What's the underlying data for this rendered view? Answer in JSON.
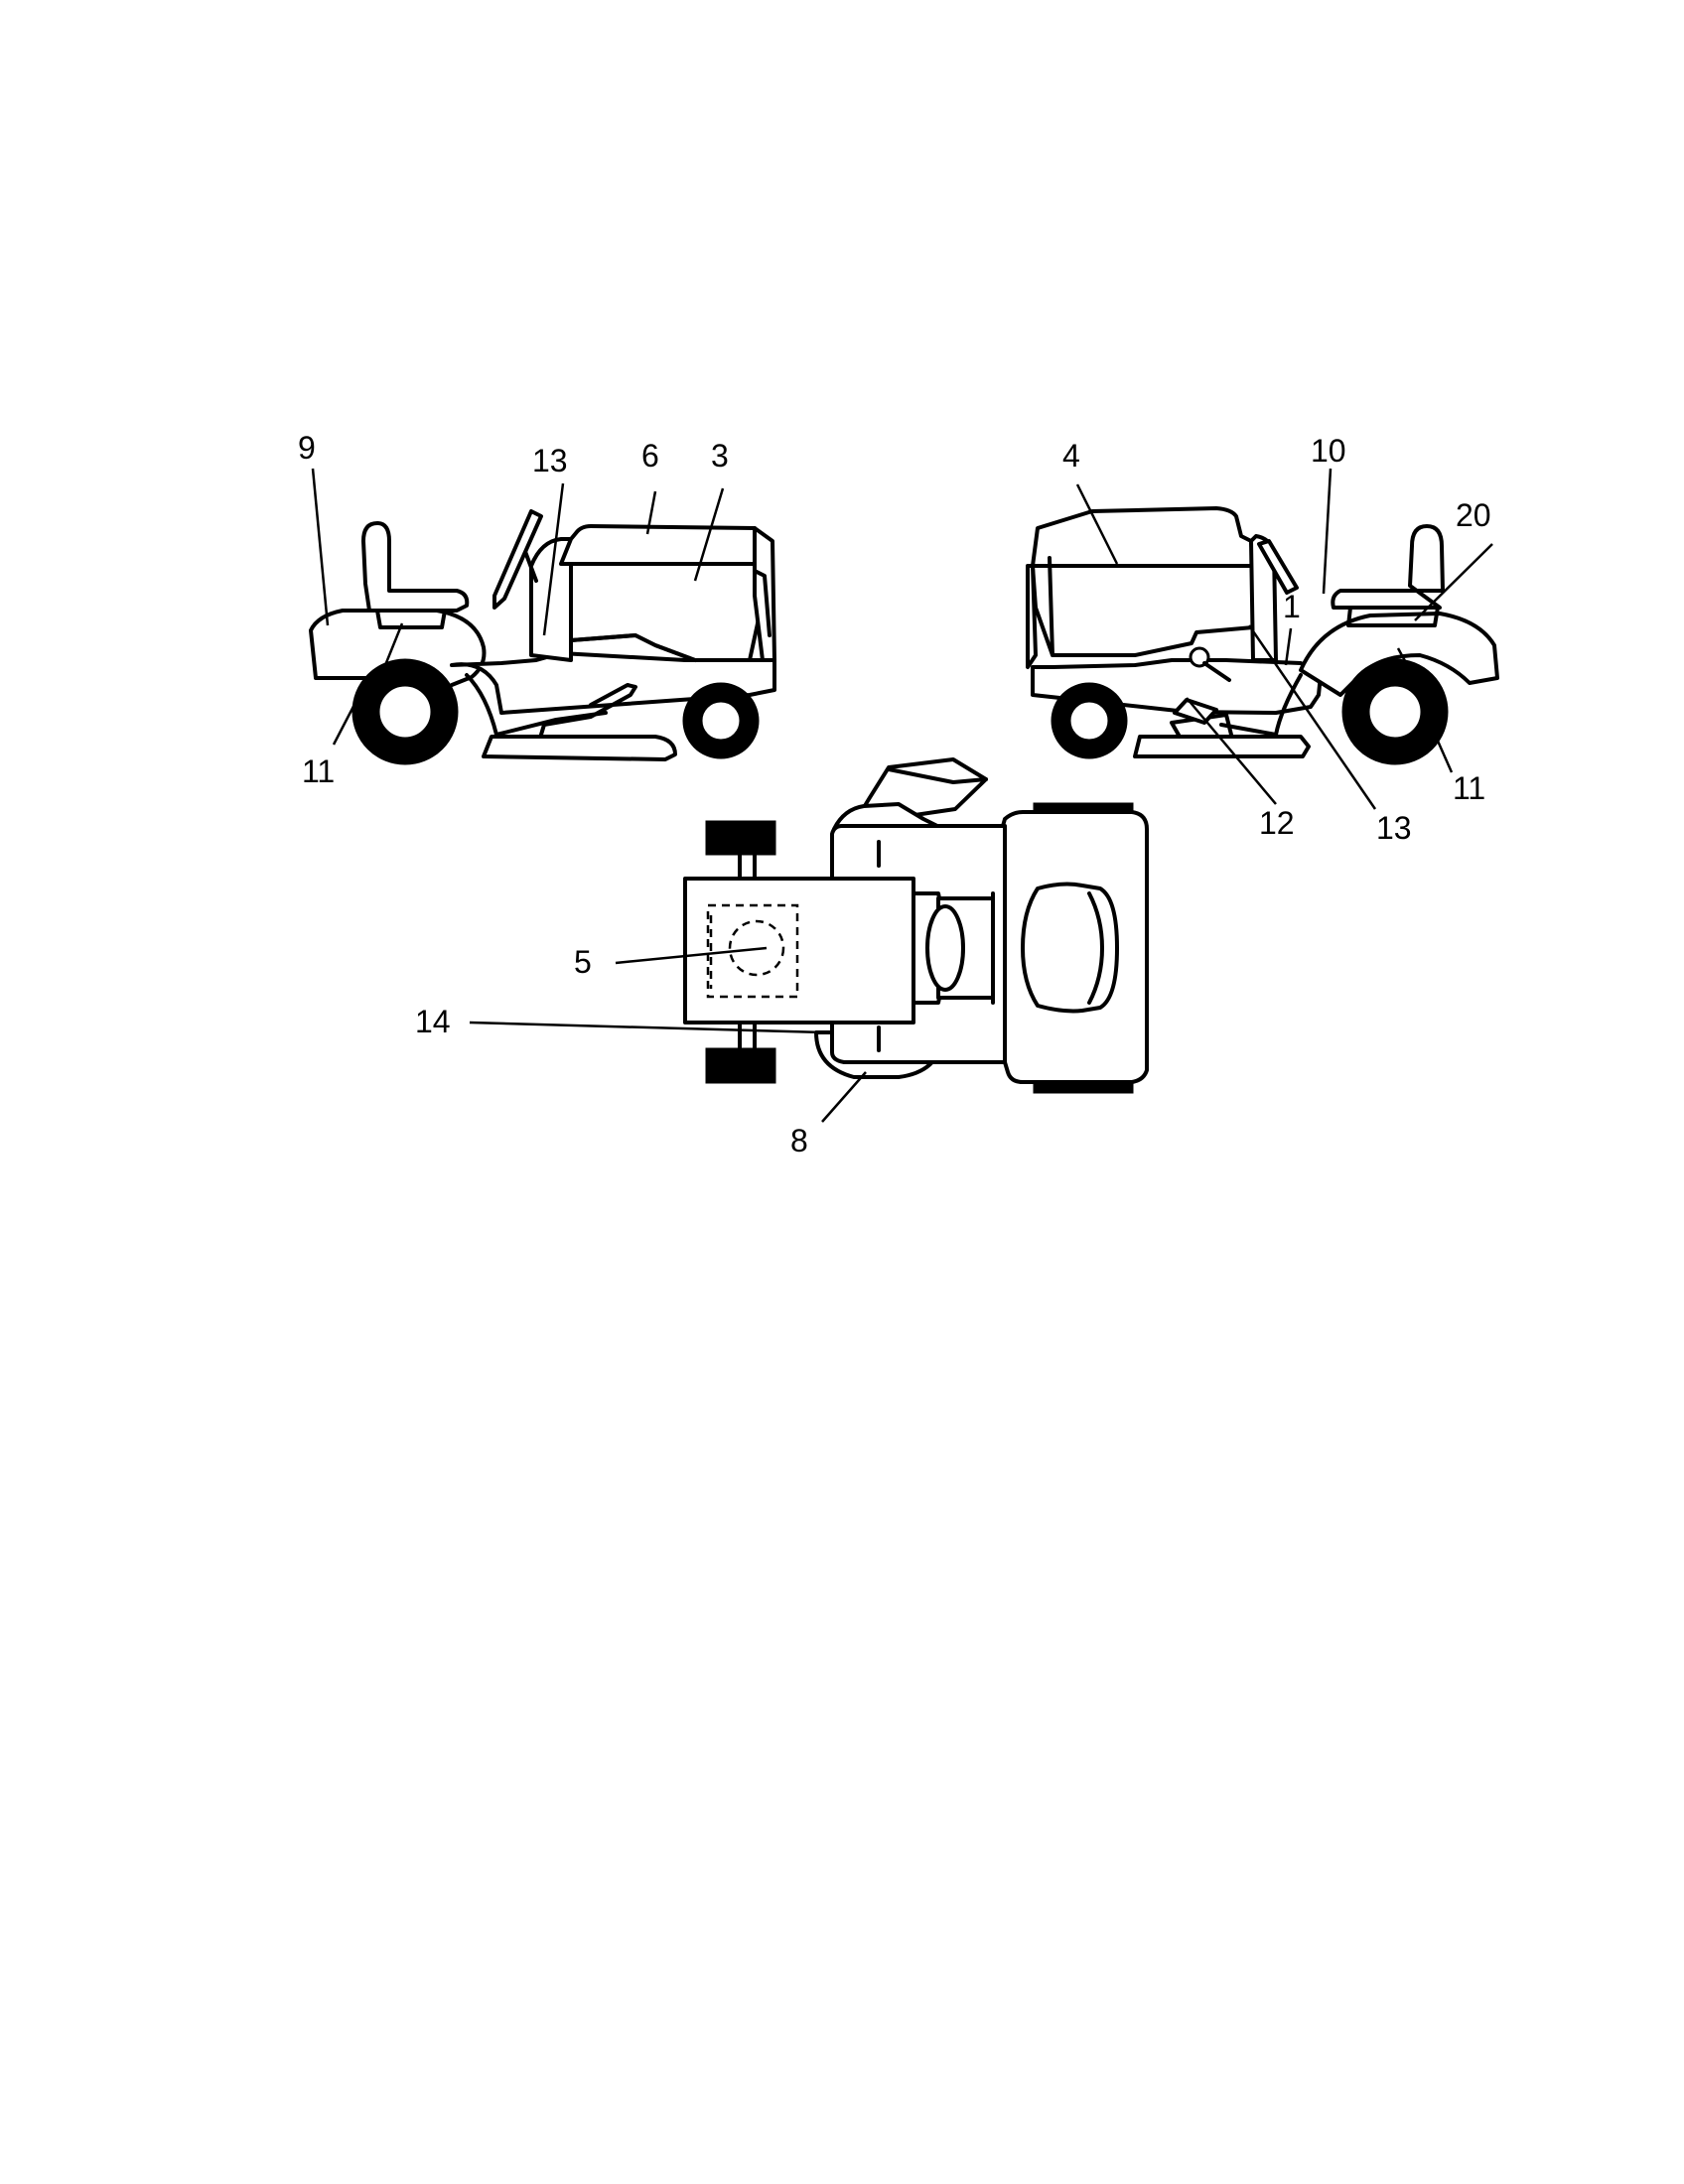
{
  "figure": {
    "callouts": {
      "c9": "9",
      "c13a": "13",
      "c6": "6",
      "c3": "3",
      "c11a": "11",
      "c4": "4",
      "c10": "10",
      "c20": "20",
      "c1": "1",
      "c12": "12",
      "c13b": "13",
      "c11b": "11",
      "c5": "5",
      "c14": "14",
      "c8": "8"
    }
  }
}
